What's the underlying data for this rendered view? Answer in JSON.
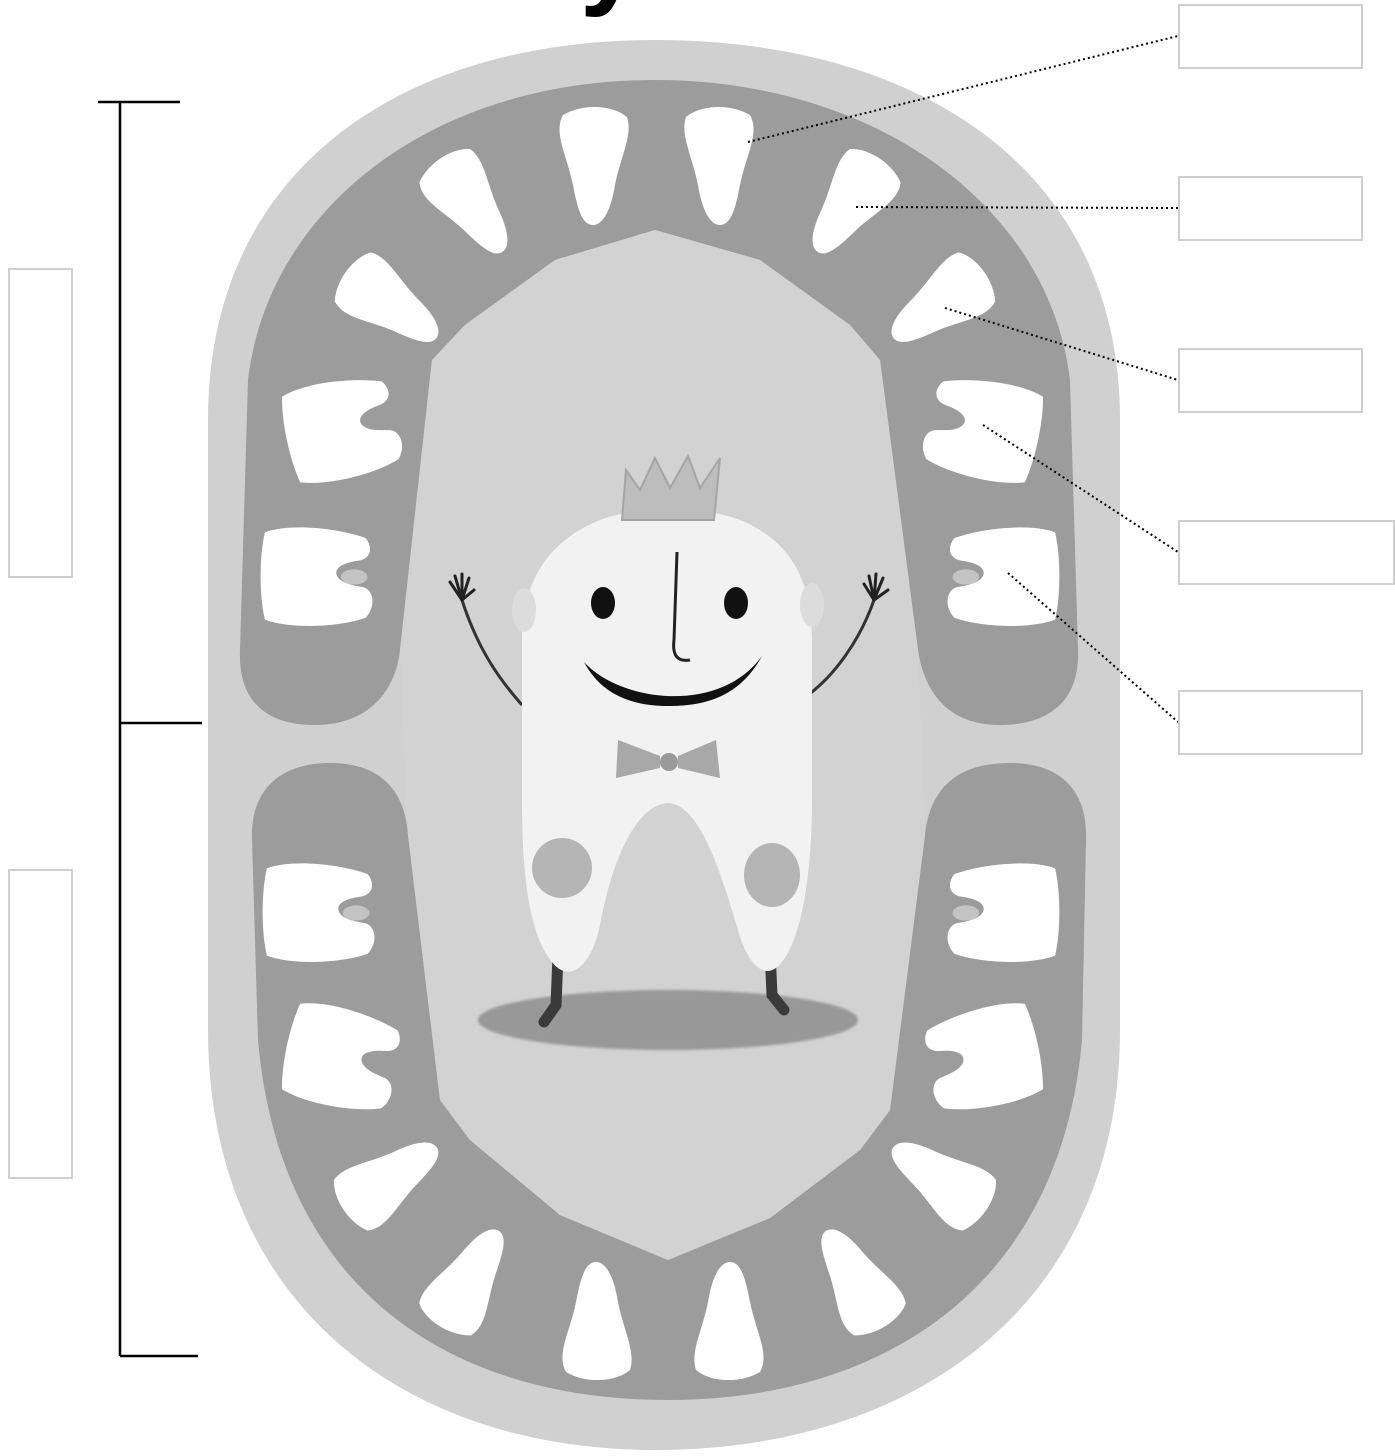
{
  "title_fragment": "y",
  "colors": {
    "outer_gum": "#d0d0d0",
    "tooth_band": "#9c9c9c",
    "palate": "#d2d2d2",
    "tooth": "#ffffff",
    "tooth_spot": "#c4c4c4",
    "line": "#000000",
    "box_border": "#cfcfcf",
    "mascot_body": "#f2f2f2",
    "mascot_cheek": "#b5b5b5",
    "mascot_shadow": "#8e8e8e"
  },
  "labels": {
    "left": [
      {
        "name": "upper-jaw-label",
        "text": ""
      },
      {
        "name": "lower-jaw-label",
        "text": ""
      }
    ],
    "right": [
      {
        "name": "central-incisor-label",
        "text": ""
      },
      {
        "name": "lateral-incisor-label",
        "text": ""
      },
      {
        "name": "canine-label",
        "text": ""
      },
      {
        "name": "first-molar-label",
        "text": ""
      },
      {
        "name": "second-molar-label",
        "text": ""
      }
    ]
  },
  "teeth": {
    "upper_count": 10,
    "lower_count": 10
  },
  "mascot": {
    "icon": "smiling-tooth-king",
    "accessories": [
      "crown",
      "bow-tie"
    ]
  }
}
